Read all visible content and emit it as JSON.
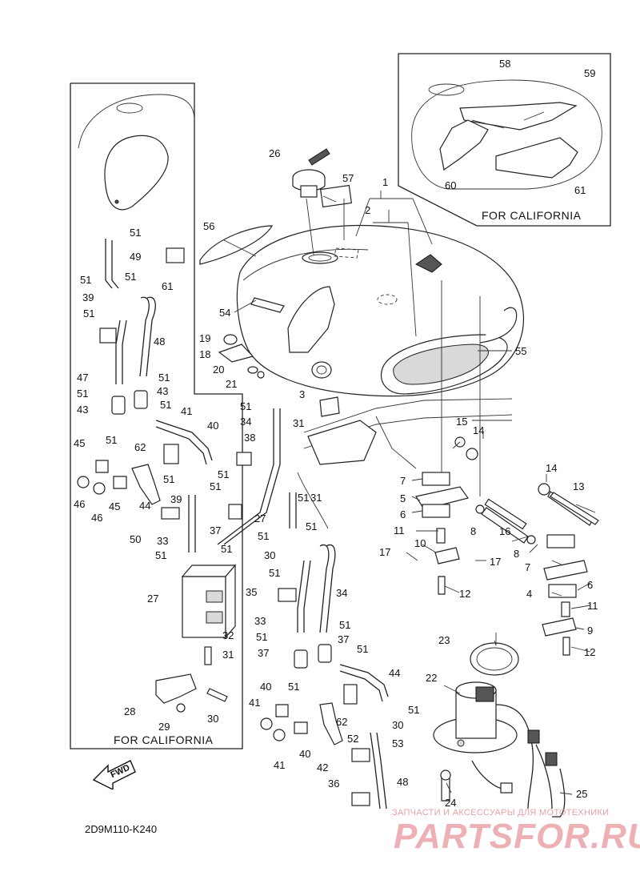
{
  "diagram": {
    "code": "2D9M110-K240",
    "california_label_right": "FOR CALIFORNIA",
    "california_label_left": "FOR CALIFORNIA",
    "fwd_label": "FWD",
    "watermark_top": "ЗАПЧАСТИ И АКСЕССУАРЫ ДЛЯ МОТОТЕХНИКИ",
    "watermark_main": "PARTSFOR.RU"
  },
  "callouts": [
    "1",
    "2",
    "3",
    "4",
    "5",
    "6",
    "6",
    "7",
    "7",
    "8",
    "8",
    "9",
    "10",
    "11",
    "11",
    "12",
    "12",
    "13",
    "14",
    "14",
    "15",
    "16",
    "17",
    "17",
    "18",
    "19",
    "20",
    "21",
    "22",
    "23",
    "24",
    "25",
    "26",
    "27",
    "27",
    "28",
    "29",
    "30",
    "30",
    "30",
    "31",
    "31",
    "31",
    "32",
    "33",
    "33",
    "34",
    "34",
    "35",
    "36",
    "37",
    "37",
    "37",
    "38",
    "39",
    "39",
    "40",
    "40",
    "40",
    "41",
    "41",
    "41",
    "42",
    "43",
    "43",
    "44",
    "44",
    "45",
    "45",
    "46",
    "46",
    "47",
    "48",
    "48",
    "49",
    "50",
    "51",
    "51",
    "51",
    "51",
    "51",
    "51",
    "51",
    "51",
    "51",
    "51",
    "51",
    "51",
    "51",
    "51",
    "51",
    "51",
    "51",
    "51",
    "51",
    "51",
    "51",
    "51",
    "51",
    "52",
    "53",
    "54",
    "55",
    "56",
    "57",
    "58",
    "59",
    "60",
    "61",
    "61",
    "62",
    "62"
  ]
}
